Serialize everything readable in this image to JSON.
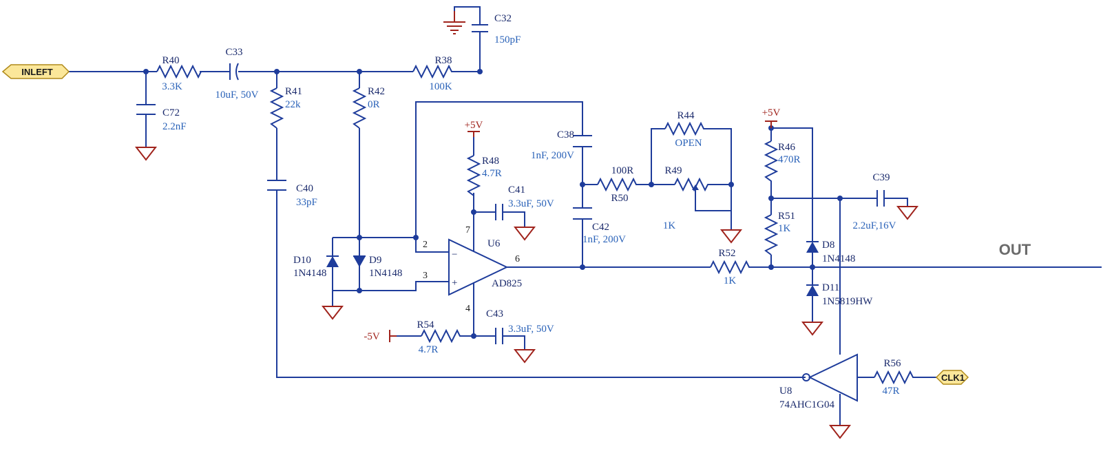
{
  "ports": {
    "inleft": "INLEFT",
    "clk1": "CLK1",
    "out": "OUT"
  },
  "rails": {
    "vpos_a": "+5V",
    "vpos_b": "+5V",
    "vneg": "-5V"
  },
  "components": {
    "r40": {
      "ref": "R40",
      "value": "3.3K"
    },
    "c33": {
      "ref": "C33",
      "value": "10uF, 50V"
    },
    "r38": {
      "ref": "R38",
      "value": "100K"
    },
    "c32": {
      "ref": "C32",
      "value": "150pF"
    },
    "c72": {
      "ref": "C72",
      "value": "2.2nF"
    },
    "r41": {
      "ref": "R41",
      "value": "22k"
    },
    "r42": {
      "ref": "R42",
      "value": "0R"
    },
    "c40": {
      "ref": "C40",
      "value": "33pF"
    },
    "d10": {
      "ref": "D10",
      "value": "1N4148"
    },
    "d9": {
      "ref": "D9",
      "value": "1N4148"
    },
    "r48": {
      "ref": "R48",
      "value": "4.7R"
    },
    "c41": {
      "ref": "C41",
      "value": "3.3uF, 50V"
    },
    "u6": {
      "ref": "U6",
      "value": "AD825",
      "pin_inv": "2",
      "pin_noninv": "3",
      "pin_out": "6",
      "pin_vpos": "7",
      "pin_vneg": "4"
    },
    "r54": {
      "ref": "R54",
      "value": "4.7R"
    },
    "c43": {
      "ref": "C43",
      "value": "3.3uF, 50V"
    },
    "c38": {
      "ref": "C38",
      "value": "1nF, 200V"
    },
    "c42": {
      "ref": "C42",
      "value": "1nF, 200V"
    },
    "r50": {
      "ref": "R50",
      "value": "100R"
    },
    "r44": {
      "ref": "R44",
      "value": "OPEN"
    },
    "r49": {
      "ref": "R49",
      "value": "1K"
    },
    "r52": {
      "ref": "R52",
      "value": "1K"
    },
    "r46": {
      "ref": "R46",
      "value": "470R"
    },
    "r51": {
      "ref": "R51",
      "value": "1K"
    },
    "c39": {
      "ref": "C39",
      "value": "2.2uF,16V"
    },
    "d8": {
      "ref": "D8",
      "value": "1N4148"
    },
    "d11": {
      "ref": "D11",
      "value": "1N5819HW"
    },
    "u8": {
      "ref": "U8",
      "value": "74AHC1G04"
    },
    "r56": {
      "ref": "R56",
      "value": "47R"
    }
  }
}
